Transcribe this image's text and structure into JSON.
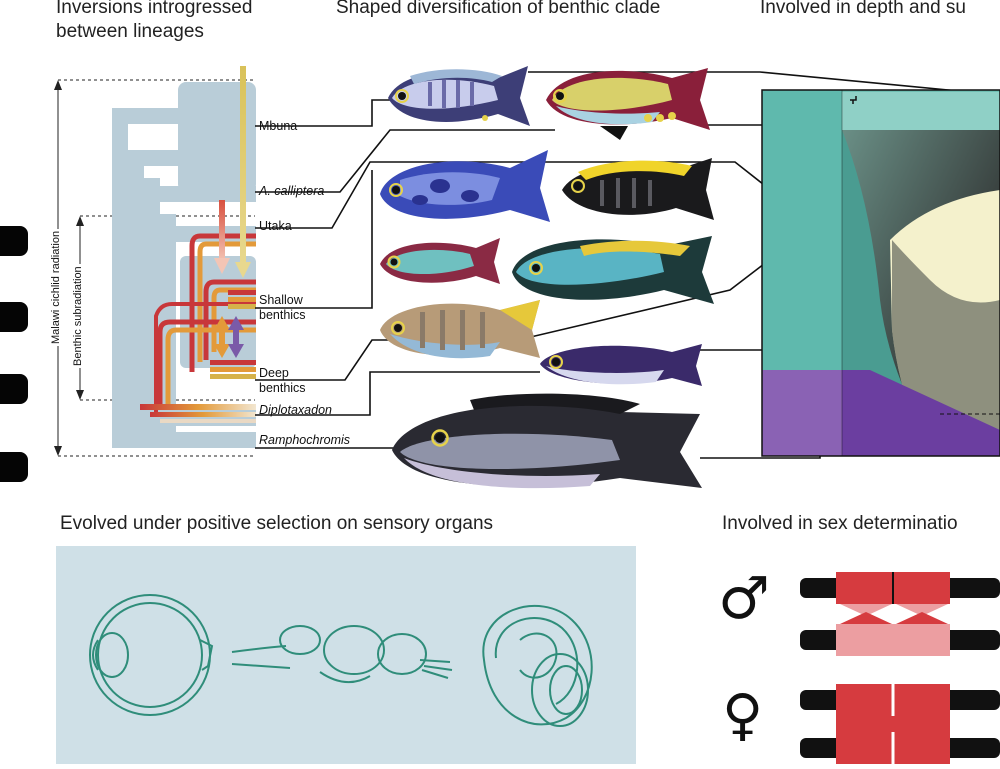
{
  "headers": {
    "inversions": "Inversions introgressed\nbetween lineages",
    "shaped": "Shaped diversification of benthic clade",
    "depth": "Involved in depth and su",
    "sensory": "Evolved under positive selection on sensory organs",
    "sex": "Involved in sex determinatio"
  },
  "tree": {
    "radiation_label": "Malawi cichlid radiation",
    "subradiation_label": "Benthic subradiation",
    "lineages": [
      {
        "name": "Mbuna",
        "italic": false
      },
      {
        "name": "A. calliptera",
        "italic": true
      },
      {
        "name": "Utaka",
        "italic": false
      },
      {
        "name": "Shallow\nbenthics",
        "italic": false
      },
      {
        "name": "Deep\nbenthics",
        "italic": false
      },
      {
        "name": "Diplotaxadon",
        "italic": true
      },
      {
        "name": "Ramphochromis",
        "italic": true
      }
    ]
  },
  "sensory_organs": [
    "eye-icon",
    "brain-icon",
    "inner-ear-icon"
  ],
  "sex_symbols": {
    "male": "♂",
    "female": "♀"
  },
  "colors": {
    "tree": "#b9cdd8",
    "inversion_red": "#c8373a",
    "inversion_orange": "#e39a3a",
    "inversion_purple": "#7a5aa8",
    "lake_teal": "#5fb9ad",
    "lake_deep": "#7b55a8",
    "sensory_bg": "#cfe0e7",
    "sensory_line": "#2f8d7a",
    "chrom_red": "#d63b3f",
    "chrom_pink": "#ec9ea1"
  }
}
